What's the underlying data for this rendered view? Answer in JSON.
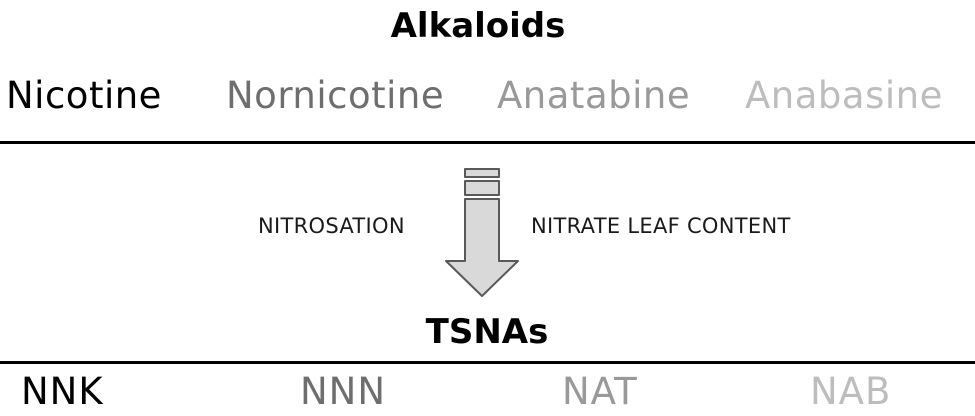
{
  "alkaloids": {
    "heading": "Alkaloids",
    "items": [
      {
        "label": "Nicotine",
        "color": "#000000"
      },
      {
        "label": "Nornicotine",
        "color": "#6e6e6e"
      },
      {
        "label": "Anatabine",
        "color": "#999999"
      },
      {
        "label": "Anabasine",
        "color": "#bdbdbd"
      }
    ]
  },
  "conversion": {
    "left_label": "NITROSATION",
    "right_label": "NITRATE LEAF CONTENT",
    "arrow_fill": "#d9d9d9",
    "arrow_stroke": "#595959"
  },
  "tsnas": {
    "heading": "TSNAs",
    "items": [
      {
        "label": "NNK",
        "color": "#000000"
      },
      {
        "label": "NNN",
        "color": "#6e6e6e"
      },
      {
        "label": "NAT",
        "color": "#999999"
      },
      {
        "label": "NAB",
        "color": "#bdbdbd"
      }
    ]
  }
}
